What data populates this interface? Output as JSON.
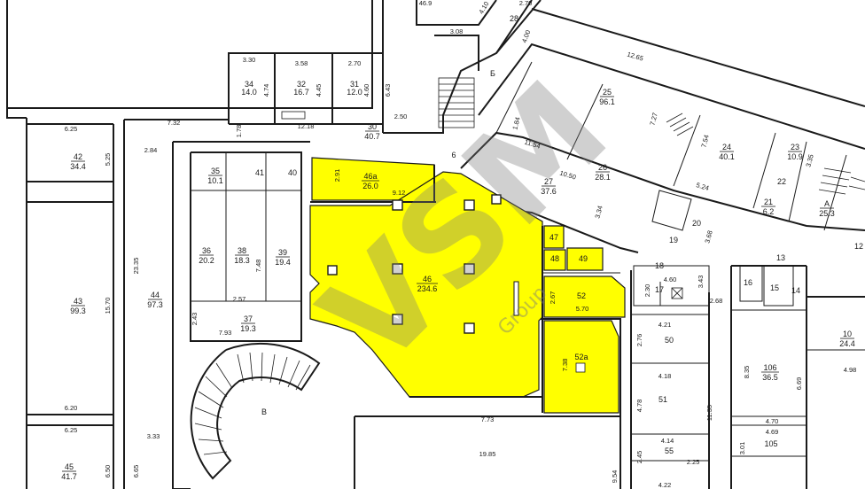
{
  "plan": {
    "watermark": "VSM",
    "watermark_sub": "Group",
    "colors": {
      "highlight": "#ffff00",
      "line": "#1a1a1a",
      "background": "#ffffff"
    },
    "rooms": [
      {
        "id": "r42",
        "number": "42",
        "area": "34.4",
        "highlighted": false
      },
      {
        "id": "r43",
        "number": "43",
        "area": "99.3",
        "highlighted": false
      },
      {
        "id": "r44",
        "number": "44",
        "area": "97.3",
        "highlighted": false
      },
      {
        "id": "r45",
        "number": "45",
        "area": "41.7",
        "highlighted": false
      },
      {
        "id": "r34",
        "number": "34",
        "area": "14.0",
        "highlighted": false
      },
      {
        "id": "r32",
        "number": "32",
        "area": "16.7",
        "highlighted": false
      },
      {
        "id": "r31",
        "number": "31",
        "area": "12.0",
        "highlighted": false
      },
      {
        "id": "r30",
        "number": "30",
        "area": "40.7",
        "highlighted": false
      },
      {
        "id": "r35",
        "number": "35",
        "area": "10.1",
        "highlighted": false
      },
      {
        "id": "r41",
        "number": "41",
        "area": "",
        "highlighted": false
      },
      {
        "id": "r40",
        "number": "40",
        "area": "",
        "highlighted": false
      },
      {
        "id": "r36",
        "number": "36",
        "area": "20.2",
        "highlighted": false
      },
      {
        "id": "r38",
        "number": "38",
        "area": "18.3",
        "highlighted": false
      },
      {
        "id": "r39",
        "number": "39",
        "area": "19.4",
        "highlighted": false
      },
      {
        "id": "r37",
        "number": "37",
        "area": "19.3",
        "highlighted": false
      },
      {
        "id": "r46a",
        "number": "46а",
        "area": "26.0",
        "highlighted": true
      },
      {
        "id": "r46",
        "number": "46",
        "area": "234.6",
        "highlighted": true
      },
      {
        "id": "r47",
        "number": "47",
        "area": "",
        "highlighted": true
      },
      {
        "id": "r48",
        "number": "48",
        "area": "",
        "highlighted": true
      },
      {
        "id": "r49",
        "number": "49",
        "area": "",
        "highlighted": true
      },
      {
        "id": "r52",
        "number": "52",
        "area": "",
        "highlighted": true
      },
      {
        "id": "r52a",
        "number": "52а",
        "area": "",
        "highlighted": true
      },
      {
        "id": "r6",
        "number": "6",
        "area": "",
        "highlighted": false
      },
      {
        "id": "rB",
        "number": "Б",
        "area": "",
        "highlighted": false
      },
      {
        "id": "r28",
        "number": "28",
        "area": "",
        "highlighted": false
      },
      {
        "id": "r25",
        "number": "25",
        "area": "96.1",
        "highlighted": false
      },
      {
        "id": "r26",
        "number": "26",
        "area": "28.1",
        "highlighted": false
      },
      {
        "id": "r27",
        "number": "27",
        "area": "37.6",
        "highlighted": false
      },
      {
        "id": "r24",
        "number": "24",
        "area": "40.1",
        "highlighted": false
      },
      {
        "id": "r23",
        "number": "23",
        "area": "10.9",
        "highlighted": false
      },
      {
        "id": "r22",
        "number": "22",
        "area": "",
        "highlighted": false
      },
      {
        "id": "r21",
        "number": "21",
        "area": "6.2",
        "highlighted": false
      },
      {
        "id": "rA",
        "number": "А",
        "area": "25.3",
        "highlighted": false
      },
      {
        "id": "r12",
        "number": "12",
        "area": "",
        "highlighted": false
      },
      {
        "id": "r20",
        "number": "20",
        "area": "",
        "highlighted": false
      },
      {
        "id": "r19",
        "number": "19",
        "area": "",
        "highlighted": false
      },
      {
        "id": "r18",
        "number": "18",
        "area": "",
        "highlighted": false
      },
      {
        "id": "r17",
        "number": "17",
        "area": "",
        "highlighted": false
      },
      {
        "id": "r13",
        "number": "13",
        "area": "",
        "highlighted": false
      },
      {
        "id": "r16",
        "number": "16",
        "area": "",
        "highlighted": false
      },
      {
        "id": "r15",
        "number": "15",
        "area": "",
        "highlighted": false
      },
      {
        "id": "r14",
        "number": "14",
        "area": "",
        "highlighted": false
      },
      {
        "id": "r50",
        "number": "50",
        "area": "",
        "highlighted": false
      },
      {
        "id": "r51",
        "number": "51",
        "area": "",
        "highlighted": false
      },
      {
        "id": "r55",
        "number": "55",
        "area": "",
        "highlighted": false
      },
      {
        "id": "r10",
        "number": "10",
        "area": "24.4",
        "highlighted": false
      },
      {
        "id": "r106",
        "number": "106",
        "area": "36.5",
        "highlighted": false
      },
      {
        "id": "r105",
        "number": "105",
        "area": "",
        "highlighted": false
      },
      {
        "id": "rV",
        "number": "В",
        "area": "",
        "highlighted": false
      }
    ],
    "dimensions": [
      "6.25",
      "5.25",
      "15.70",
      "6.20",
      "6.25",
      "6.50",
      "6.65",
      "2.84",
      "23.35",
      "3.33",
      "7.32",
      "1.78",
      "12.18",
      "2.50",
      "3.30",
      "3.58",
      "2.70",
      "4.45",
      "4.74",
      "4.60",
      "6.43",
      "3.08",
      "46.9",
      "4.10",
      "2.70",
      "4.00",
      "2.91",
      "9.12",
      "2.43",
      "7.93",
      "2.57",
      "7.48",
      "12.65",
      "7.27",
      "1.84",
      "11.54",
      "10.50",
      "3.34",
      "7.54",
      "5.24",
      "3.35",
      "3.68",
      "4.60",
      "2.30",
      "3.43",
      "2.68",
      "2.67",
      "5.70",
      "7.38",
      "7.73",
      "19.85",
      "9.54",
      "4.21",
      "2.76",
      "4.18",
      "4.78",
      "11.35",
      "4.14",
      "2.45",
      "2.25",
      "4.22",
      "8.35",
      "6.69",
      "4.70",
      "4.69",
      "3.01",
      "4.98"
    ]
  }
}
